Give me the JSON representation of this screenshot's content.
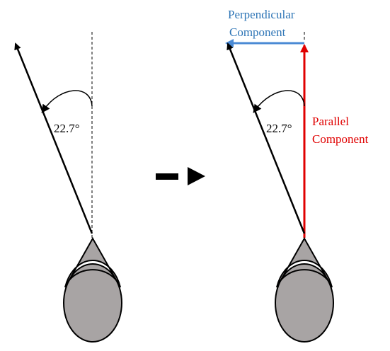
{
  "left_panel": {
    "angle_label": "22.7°"
  },
  "transition": {
    "icon": "right-arrow-icon"
  },
  "right_panel": {
    "angle_label": "22.7°",
    "perpendicular_label_line1": "Perpendicular",
    "perpendicular_label_line2": "Component",
    "parallel_label_line1": "Parallel",
    "parallel_label_line2": "Component"
  },
  "colors": {
    "perpendicular": "#4a8ad4",
    "perpendicular_text": "#2e75b6",
    "parallel": "#e00000",
    "body_fill": "#a8a4a4",
    "stroke": "#000000"
  }
}
